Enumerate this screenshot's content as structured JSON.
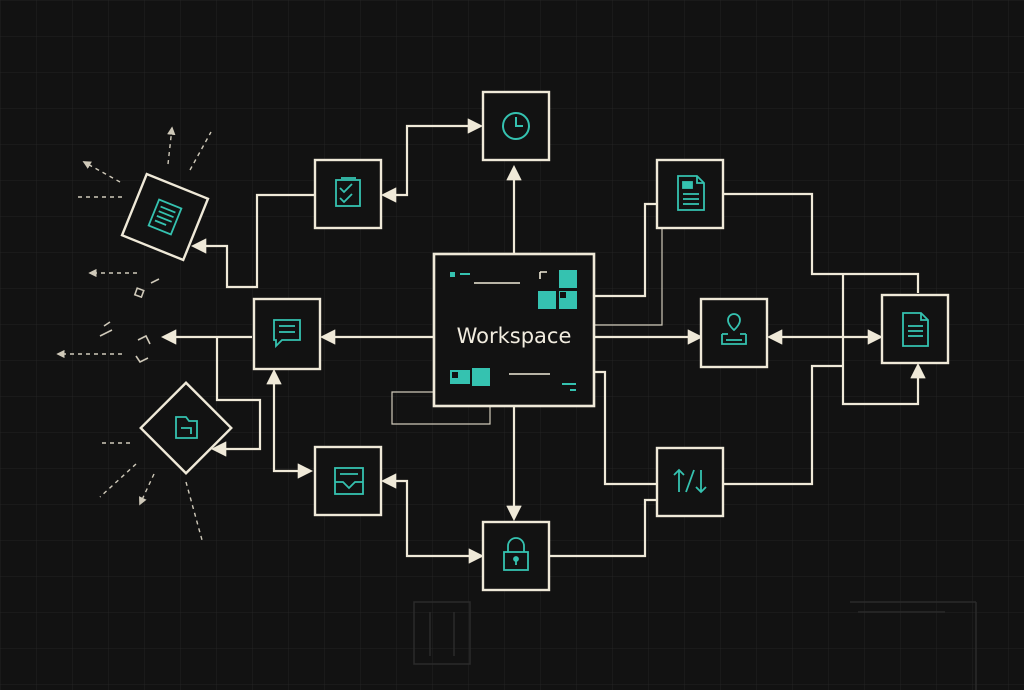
{
  "center": {
    "label": "Workspace"
  },
  "nodes": [
    {
      "id": "clock",
      "icon": "clock-icon"
    },
    {
      "id": "checklist",
      "icon": "checklist-icon"
    },
    {
      "id": "document-left",
      "icon": "document-icon"
    },
    {
      "id": "chat",
      "icon": "chat-icon"
    },
    {
      "id": "folder",
      "icon": "folder-icon"
    },
    {
      "id": "inbox",
      "icon": "inbox-icon"
    },
    {
      "id": "lock",
      "icon": "lock-icon"
    },
    {
      "id": "file-top",
      "icon": "file-icon"
    },
    {
      "id": "upload",
      "icon": "upload-icon"
    },
    {
      "id": "file-right",
      "icon": "file-icon"
    },
    {
      "id": "sync",
      "icon": "sync-arrows-icon"
    }
  ],
  "colors": {
    "background": "#121212",
    "grid": "#232323",
    "line": "#efe9d8",
    "accent": "#35c2b0"
  }
}
